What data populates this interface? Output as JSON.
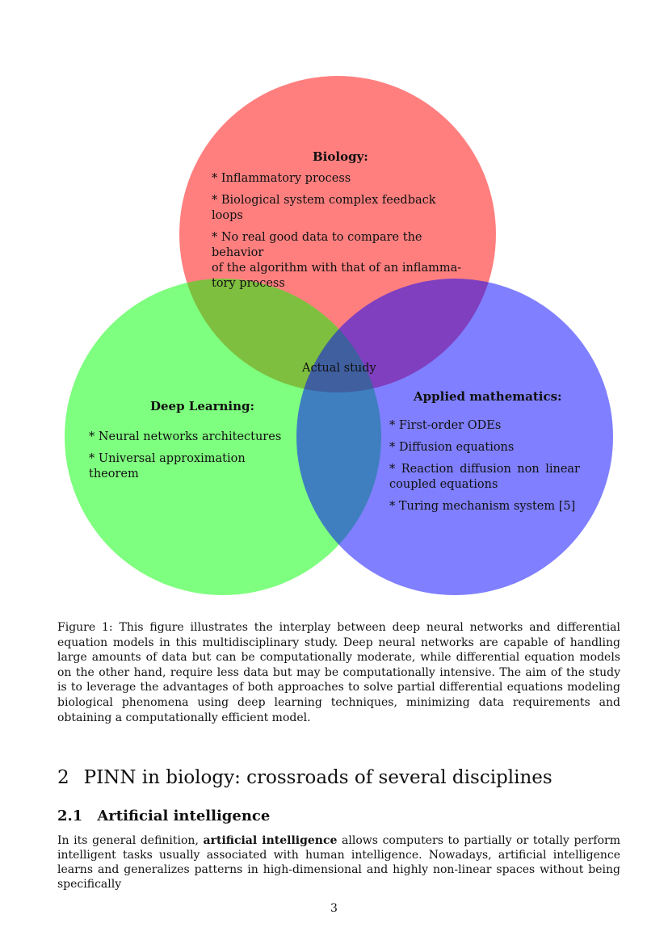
{
  "colors": {
    "biology": "#ff0000",
    "deep_learning": "#00ff00",
    "applied_math": "#0000ff",
    "circle_opacity": 0.5
  },
  "venn": {
    "biology": {
      "title": "Biology:",
      "items": [
        "* Inflammatory process",
        "* Biological system complex feedback loops",
        "* No real good data to compare the behavior of the algorithm with that of an inflammatory process"
      ],
      "item3_lines": [
        "* No real good data to compare the behavior",
        "of the algorithm with that of an inflamma-",
        "tory process"
      ]
    },
    "deep_learning": {
      "title": "Deep Learning:",
      "items": [
        "* Neural networks architectures",
        "* Universal approximation theorem"
      ]
    },
    "applied_math": {
      "title": "Applied mathematics:",
      "items": [
        "* First-order ODEs",
        "* Diffusion equations",
        "* Reaction diffusion non linear coupled equations",
        "* Turing mechanism system [5]"
      ],
      "item3_lines": [
        "* Reaction diffusion non linear",
        "coupled equations"
      ]
    },
    "center_label": "Actual study"
  },
  "figure_caption": "Figure 1: This figure illustrates the interplay between deep neural networks and differential equation models in this multidisciplinary study. Deep neural networks are capable of handling large amounts of data but can be computationally moderate, while differential equation models on the other hand, require less data but may be computationally intensive. The aim of the study is to leverage the advantages of both approaches to solve partial differential equations modeling biological phenomena using deep learning techniques, minimizing data requirements and obtaining a computationally efficient model.",
  "section": {
    "number": "2",
    "title": "PINN in biology: crossroads of several disciplines"
  },
  "subsection": {
    "number": "2.1",
    "title": "Artificial intelligence"
  },
  "paragraph": {
    "before": "In its general definition,",
    "bold": "artificial intelligence",
    "after": "allows computers to partially or totally perform intelligent tasks usually associated with human intelligence. Nowadays, artificial intelligence learns and generalizes patterns in high-dimensional and highly non-linear spaces without being specifically"
  },
  "page_number": "3"
}
